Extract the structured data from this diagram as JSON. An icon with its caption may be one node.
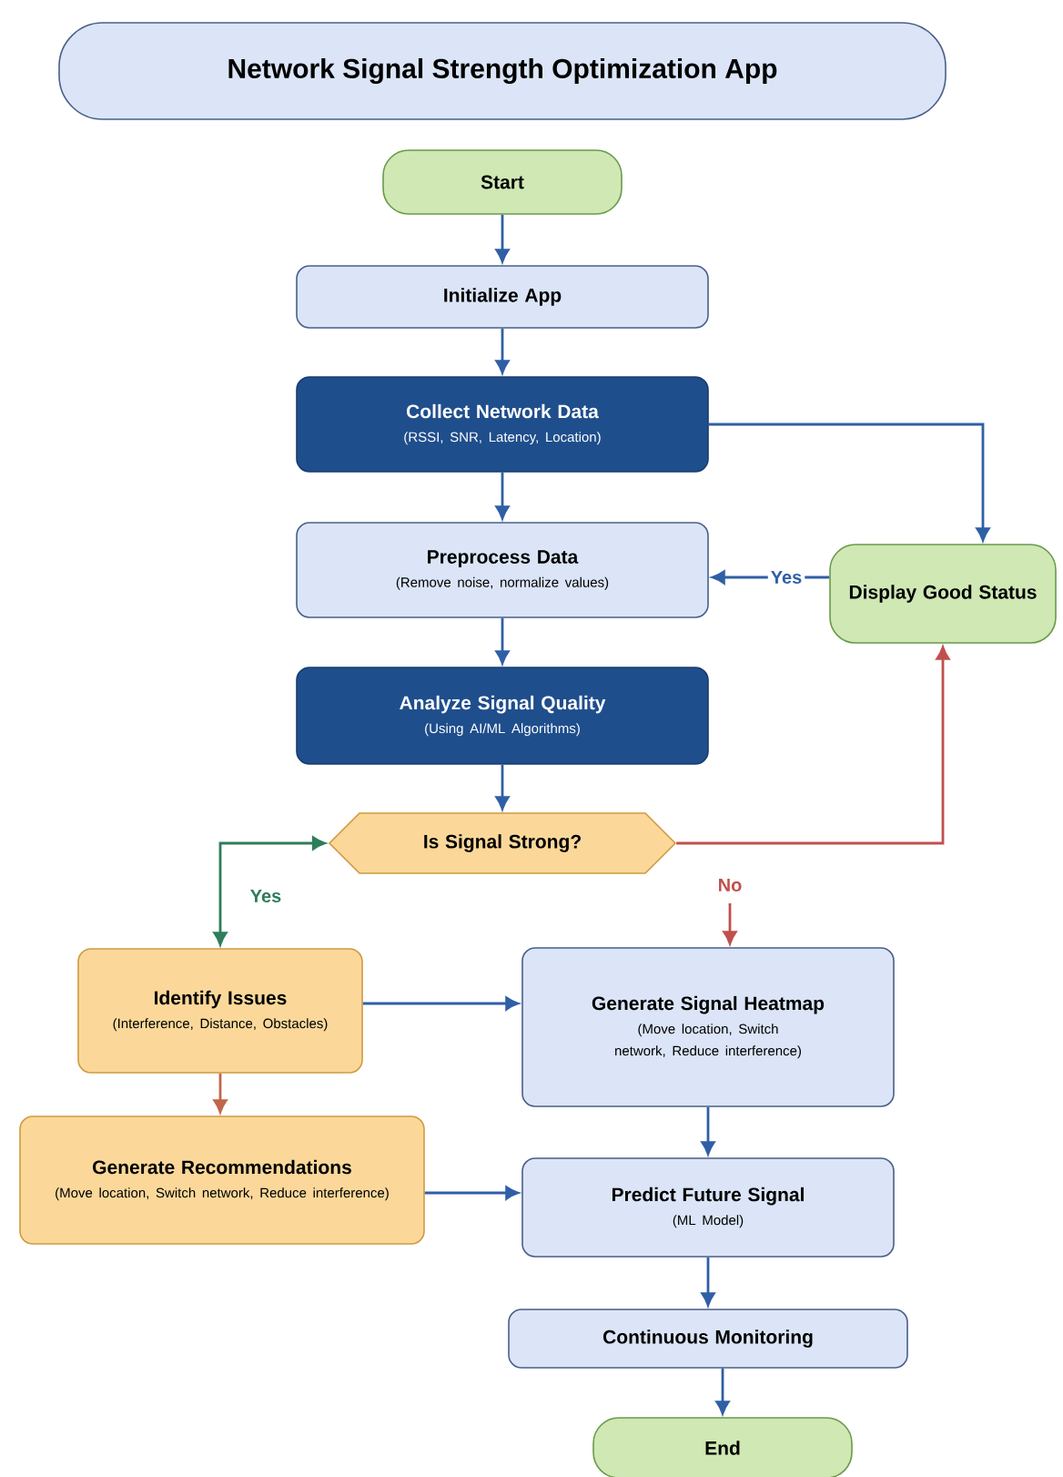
{
  "diagram": {
    "title": "Network Signal Strength Optimization App",
    "nodes": [
      {
        "text": [
          "Start"
        ]
      },
      {
        "text": [
          "Initialize App"
        ]
      },
      {
        "text": [
          "Collect Network Data",
          "(RSSI, SNR, Latency, Location)"
        ]
      },
      {
        "text": [
          "Preprocess Data",
          "(Remove noise, normalize values)"
        ]
      },
      {
        "text": [
          "Display Good Status"
        ]
      },
      {
        "text": [
          "Analyze Signal Quality",
          "(Using AI/ML Algorithms)"
        ]
      },
      {
        "text": [
          "Is Signal Strong?"
        ]
      },
      {
        "text": [
          "Identify Issues",
          "(Interference, Distance, Obstacles)"
        ]
      },
      {
        "text": [
          "Generate Signal Heatmap",
          "(Move location, Switch network, Reduce interference)"
        ]
      },
      {
        "text": [
          "Generate Recommendations",
          "(Move location, Switch network, Reduce interference)"
        ]
      },
      {
        "text": [
          "Predict Future Signal",
          "(ML Model)"
        ]
      },
      {
        "text": [
          "Continuous Monitoring"
        ]
      },
      {
        "text": [
          "End"
        ]
      }
    ],
    "edges": [
      {
        "from": 0,
        "to": 1,
        "arrow": "to"
      },
      {
        "from": 1,
        "to": 2,
        "arrow": "to"
      },
      {
        "from": 2,
        "to": 3,
        "arrow": "to"
      },
      {
        "from": 2,
        "to": 4,
        "arrow": "to"
      },
      {
        "from": 4,
        "to": 3,
        "arrow": "to",
        "label": "Yes"
      },
      {
        "from": 3,
        "to": 5,
        "arrow": "to"
      },
      {
        "from": 5,
        "to": 6,
        "arrow": "to"
      },
      {
        "from": 6,
        "to": 4,
        "arrow": "to",
        "color": "#c0504d"
      },
      {
        "from": 6,
        "to": 7,
        "arrow": "both",
        "label": "Yes",
        "color": "#2e7d5b"
      },
      {
        "from": null,
        "to": 8,
        "arrow": "to",
        "label": "No",
        "color": "#c0504d"
      },
      {
        "from": 7,
        "to": 8,
        "arrow": "to"
      },
      {
        "from": 7,
        "to": 9,
        "arrow": "to",
        "color": "#c0674a"
      },
      {
        "from": 9,
        "to": 10,
        "arrow": "to"
      },
      {
        "from": 8,
        "to": 10,
        "arrow": "to"
      },
      {
        "from": 10,
        "to": 11,
        "arrow": "to"
      },
      {
        "from": 11,
        "to": 12,
        "arrow": "to"
      }
    ]
  }
}
